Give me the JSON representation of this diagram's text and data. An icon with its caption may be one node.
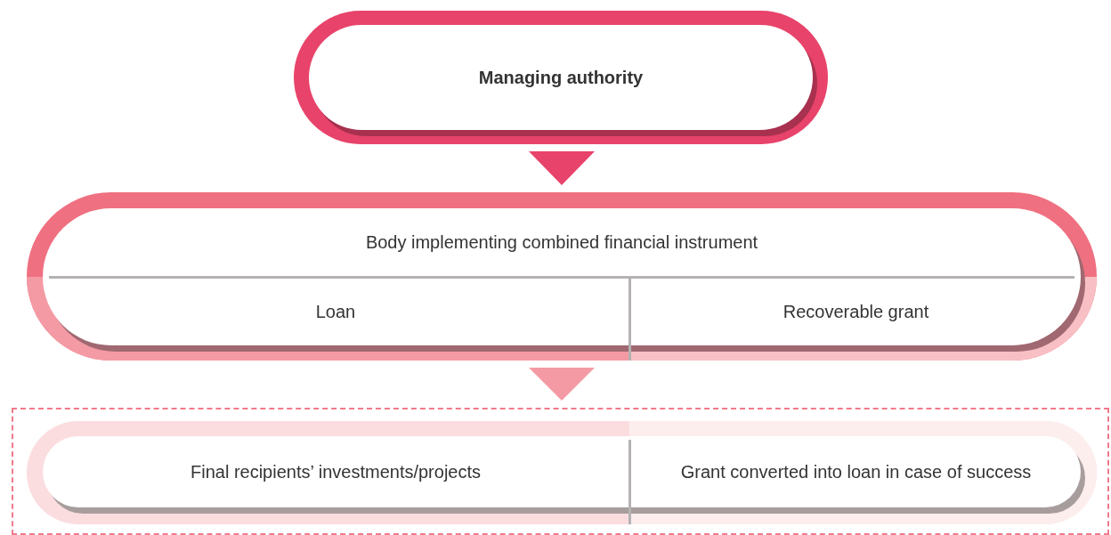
{
  "diagram": {
    "nodes": [
      {
        "text": [
          "Managing authority"
        ]
      },
      {
        "text": [
          "Body implementing combined financial instrument"
        ]
      },
      {
        "text": [
          "Loan"
        ],
        "in": 1
      },
      {
        "text": [
          "Recoverable grant"
        ],
        "in": 1
      },
      {
        "text": [],
        "shape": "box"
      },
      {
        "text": [
          "Final recipients’ investments/projects"
        ],
        "in": 4
      },
      {
        "text": [
          "Grant converted into loan in case of success"
        ],
        "in": 4
      }
    ],
    "edges": [
      {
        "from": 0,
        "to": 1,
        "arrow": "to",
        "color": "#e8436a"
      },
      {
        "from": 1,
        "to": 4,
        "arrow": "to",
        "color": "#f49aa4"
      }
    ]
  }
}
